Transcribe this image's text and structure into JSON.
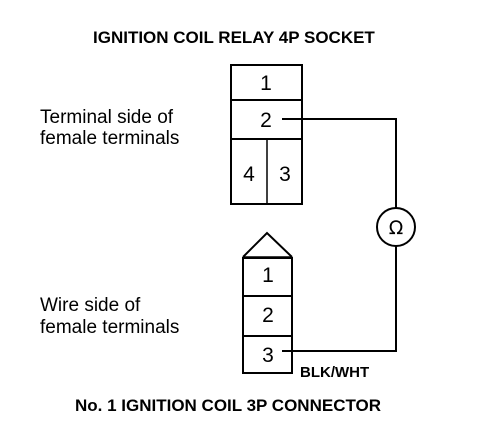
{
  "relay_socket": {
    "title": "IGNITION COIL RELAY 4P SOCKET",
    "side_label_line1": "Terminal side of",
    "side_label_line2": "female terminals",
    "terminals": [
      "1",
      "2",
      "4",
      "3"
    ]
  },
  "coil_connector": {
    "title": "No. 1 IGNITION COIL 3P CONNECTOR",
    "side_label_line1": "Wire side of",
    "side_label_line2": "female terminals",
    "terminals": [
      "1",
      "2",
      "3"
    ],
    "wire_color": "BLK/WHT"
  },
  "meter": {
    "symbol": "Ω",
    "icon": "ohmmeter-icon"
  }
}
